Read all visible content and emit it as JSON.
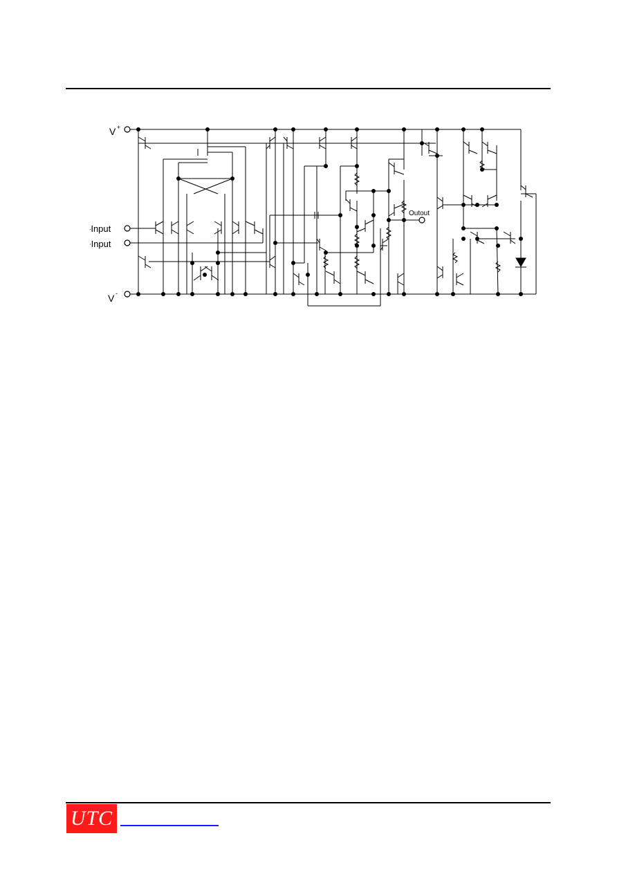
{
  "schematic": {
    "labels": {
      "vplus": "V",
      "vplus_sup": "+",
      "vminus": "V",
      "vminus_sup": "-",
      "minus_input": "-Input",
      "plus_input": "+Input",
      "output": "Outout"
    }
  },
  "footer": {
    "logo_text": "UTC",
    "logo_color": "#ff1a1a",
    "link_color": "#1a1aff"
  }
}
